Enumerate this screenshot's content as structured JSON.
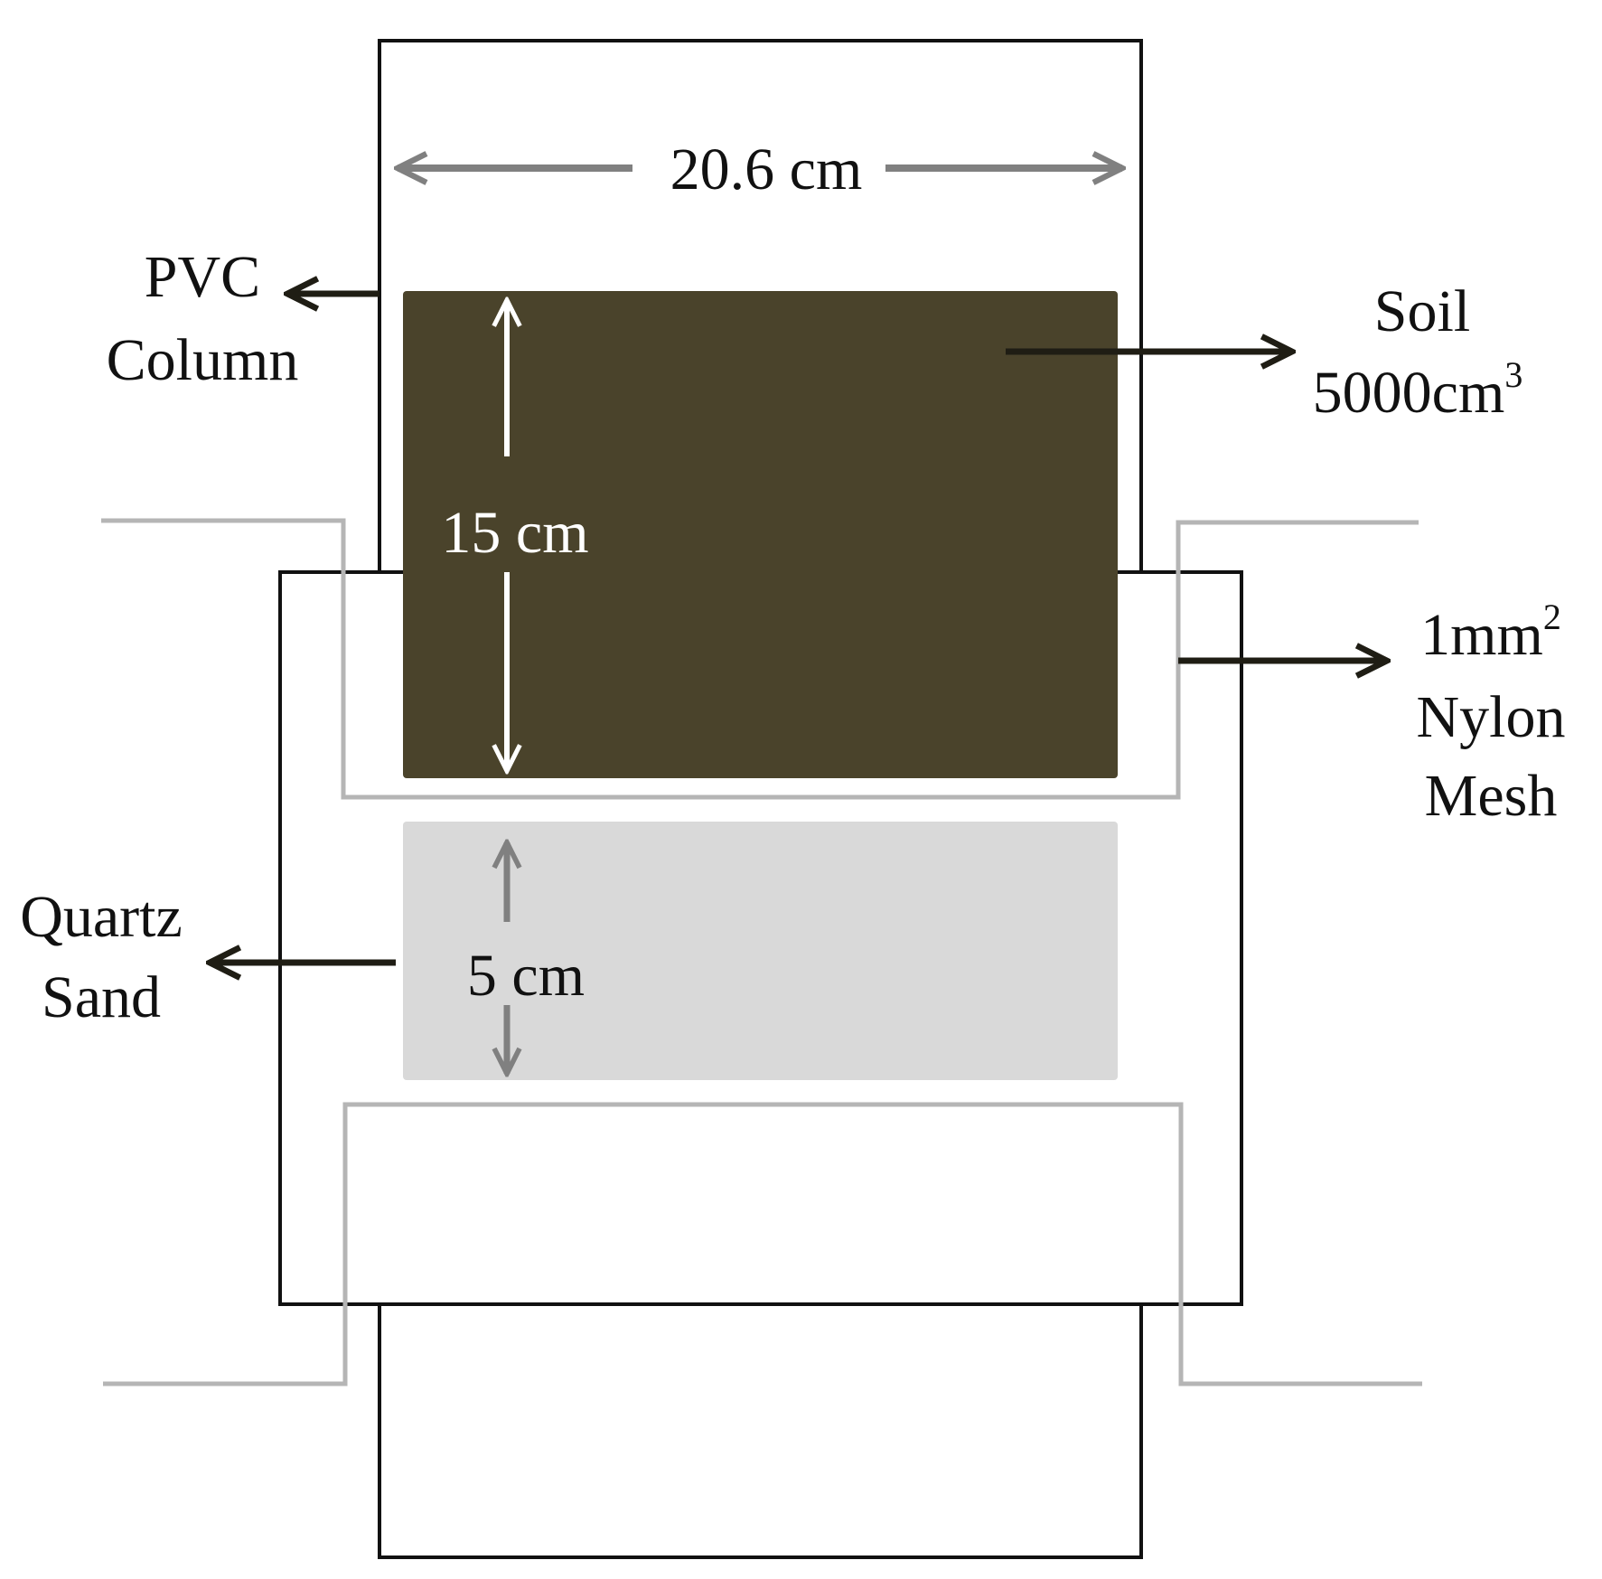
{
  "labels": {
    "width_dim": "20.6 cm",
    "pvc_line1": "PVC",
    "pvc_line2": "Column",
    "soil_line1": "Soil",
    "soil_volume": "5000cm",
    "soil_volume_exp": "3",
    "soil_height": "15 cm",
    "mesh_line1": "1mm",
    "mesh_line1_exp": "2",
    "mesh_line2": "Nylon",
    "mesh_line3": "Mesh",
    "sand_line1": "Quartz",
    "sand_line2": "Sand",
    "sand_height": "5 cm"
  },
  "colors": {
    "soil": "#4a432b",
    "sand": "#d9d9d9",
    "outline": "#111111",
    "mesh": "#b5b5b5",
    "dim_arrow": "#808080",
    "pointer": "#1f1d14"
  }
}
